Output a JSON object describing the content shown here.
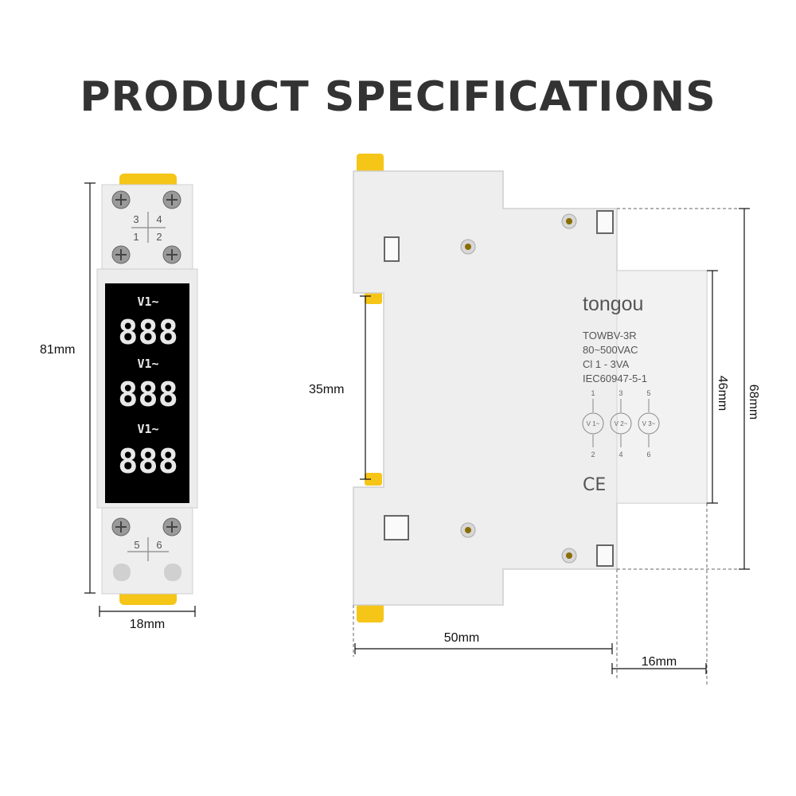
{
  "title": "PRODUCT SPECIFICATIONS",
  "colors": {
    "housing": "#eeeeee",
    "housing_edge": "#d0d0d0",
    "clip": "#f5c518",
    "display": "#000000",
    "digit": "#e8e8e8",
    "text": "#333333"
  },
  "front_view": {
    "terminal_top": [
      "3",
      "4",
      "1",
      "2"
    ],
    "terminal_bottom": [
      "5",
      "6"
    ],
    "displays": [
      {
        "label": "V1~",
        "digits": "888"
      },
      {
        "label": "V1~",
        "digits": "888"
      },
      {
        "label": "V1~",
        "digits": "888"
      }
    ]
  },
  "side_view": {
    "brand": "tongou",
    "label_lines": [
      "TOWBV-3R",
      "80~500VAC",
      "Cl 1 - 3VA",
      "IEC60947-5-1"
    ],
    "circuit_top": [
      "1",
      "3",
      "5"
    ],
    "circuits": [
      "V 1~",
      "V 2~",
      "V 3~"
    ],
    "circuit_bottom": [
      "2",
      "4",
      "6"
    ],
    "ce_mark": "CE"
  },
  "dimensions": {
    "height": "81mm",
    "width": "18mm",
    "rail": "35mm",
    "depth_body": "50mm",
    "depth_front": "16mm",
    "front_height": "46mm",
    "overall_height": "68mm"
  }
}
